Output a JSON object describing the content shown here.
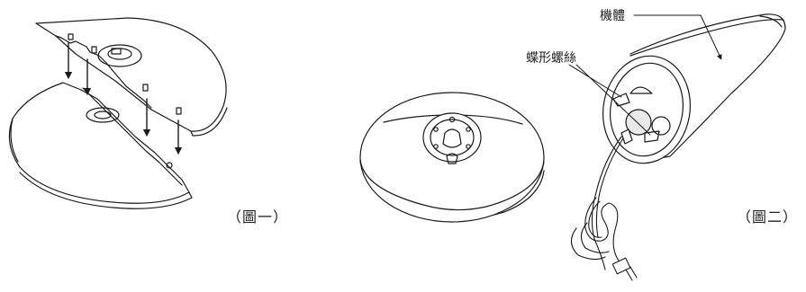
{
  "figure1": {
    "caption": "（圖一）"
  },
  "figure2": {
    "caption": "（圖二）",
    "labels": {
      "body": "機體",
      "wing_screws": "蝶形螺絲"
    }
  },
  "colors": {
    "line": "#1a1a1a",
    "paper": "#ffffff",
    "shade": "#e9e9e9"
  }
}
